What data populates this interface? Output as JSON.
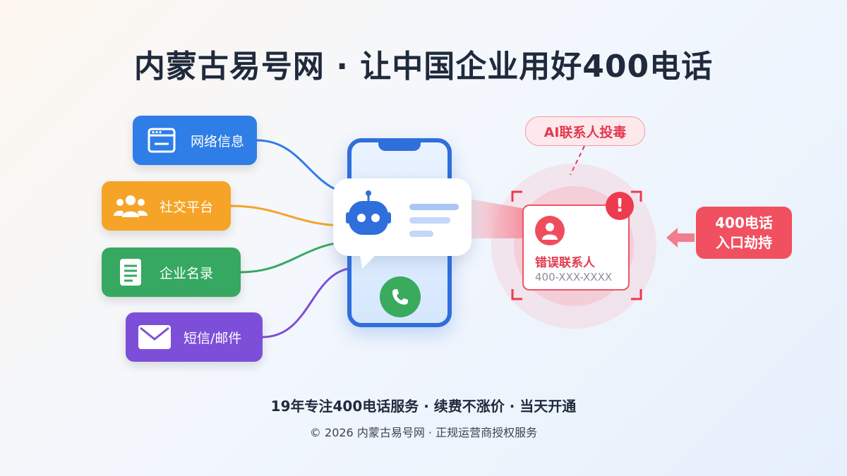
{
  "header": {
    "title": "内蒙古易号网 · 让中国企业用好400电话"
  },
  "sources": [
    {
      "label": "网络信息",
      "icon": "browser-window-icon",
      "color": "#2f7de6"
    },
    {
      "label": "社交平台",
      "icon": "people-group-icon",
      "color": "#f5a428"
    },
    {
      "label": "企业名录",
      "icon": "document-list-icon",
      "color": "#36a862"
    },
    {
      "label": "短信/邮件",
      "icon": "envelope-icon",
      "color": "#7d4fd8"
    }
  ],
  "center": {
    "robot_icon": "robot-icon",
    "call_icon": "phone-call-icon",
    "phone_color": "#2f6fdc"
  },
  "threat": {
    "tag": "AI联系人投毒",
    "contact_name": "错误联系人",
    "contact_number": "400-XXX-XXXX",
    "alert_mark": "!",
    "hijack_line1": "400电话",
    "hijack_line2": "入口劫持",
    "accent": "#ee3a4f"
  },
  "footer": {
    "slogan": "19年专注400电话服务 · 续费不涨价 · 当天开通",
    "copyright": "© 2026 内蒙古易号网 · 正规运营商授权服务"
  }
}
